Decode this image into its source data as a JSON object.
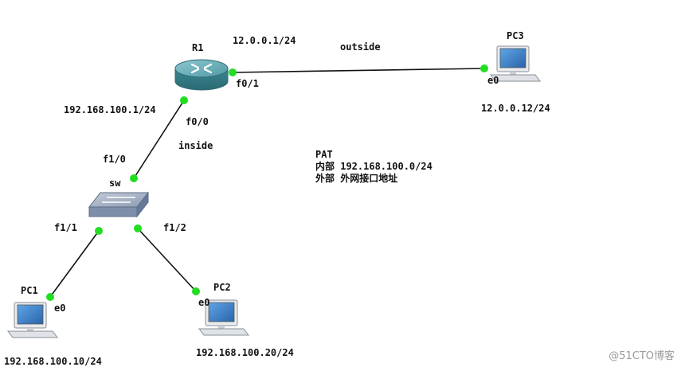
{
  "devices": {
    "r1": {
      "name": "R1",
      "ip": "12.0.0.1/24",
      "lan_ip": "192.168.100.1/24",
      "port_outside": "f0/1",
      "port_inside": "f0/0"
    },
    "pc3": {
      "name": "PC3",
      "port": "e0",
      "ip": "12.0.0.12/24"
    },
    "sw": {
      "name": "sw",
      "port_up": "f1/0",
      "port_pc1": "f1/1",
      "port_pc2": "f1/2"
    },
    "pc1": {
      "name": "PC1",
      "port": "e0",
      "ip": "192.168.100.10/24"
    },
    "pc2": {
      "name": "PC2",
      "port": "e0",
      "ip": "192.168.100.20/24"
    }
  },
  "links": {
    "outside": "outside",
    "inside": "inside"
  },
  "notes": {
    "line1": "PAT",
    "line2": "内部 192.168.100.0/24",
    "line3": "外部 外网接口地址"
  },
  "watermark": "@51CTO博客",
  "colors": {
    "port_dot": "#22dd22",
    "router": "#3f8e98",
    "switch": "#7f92ad",
    "pc_screen": "#3c7fc0"
  }
}
